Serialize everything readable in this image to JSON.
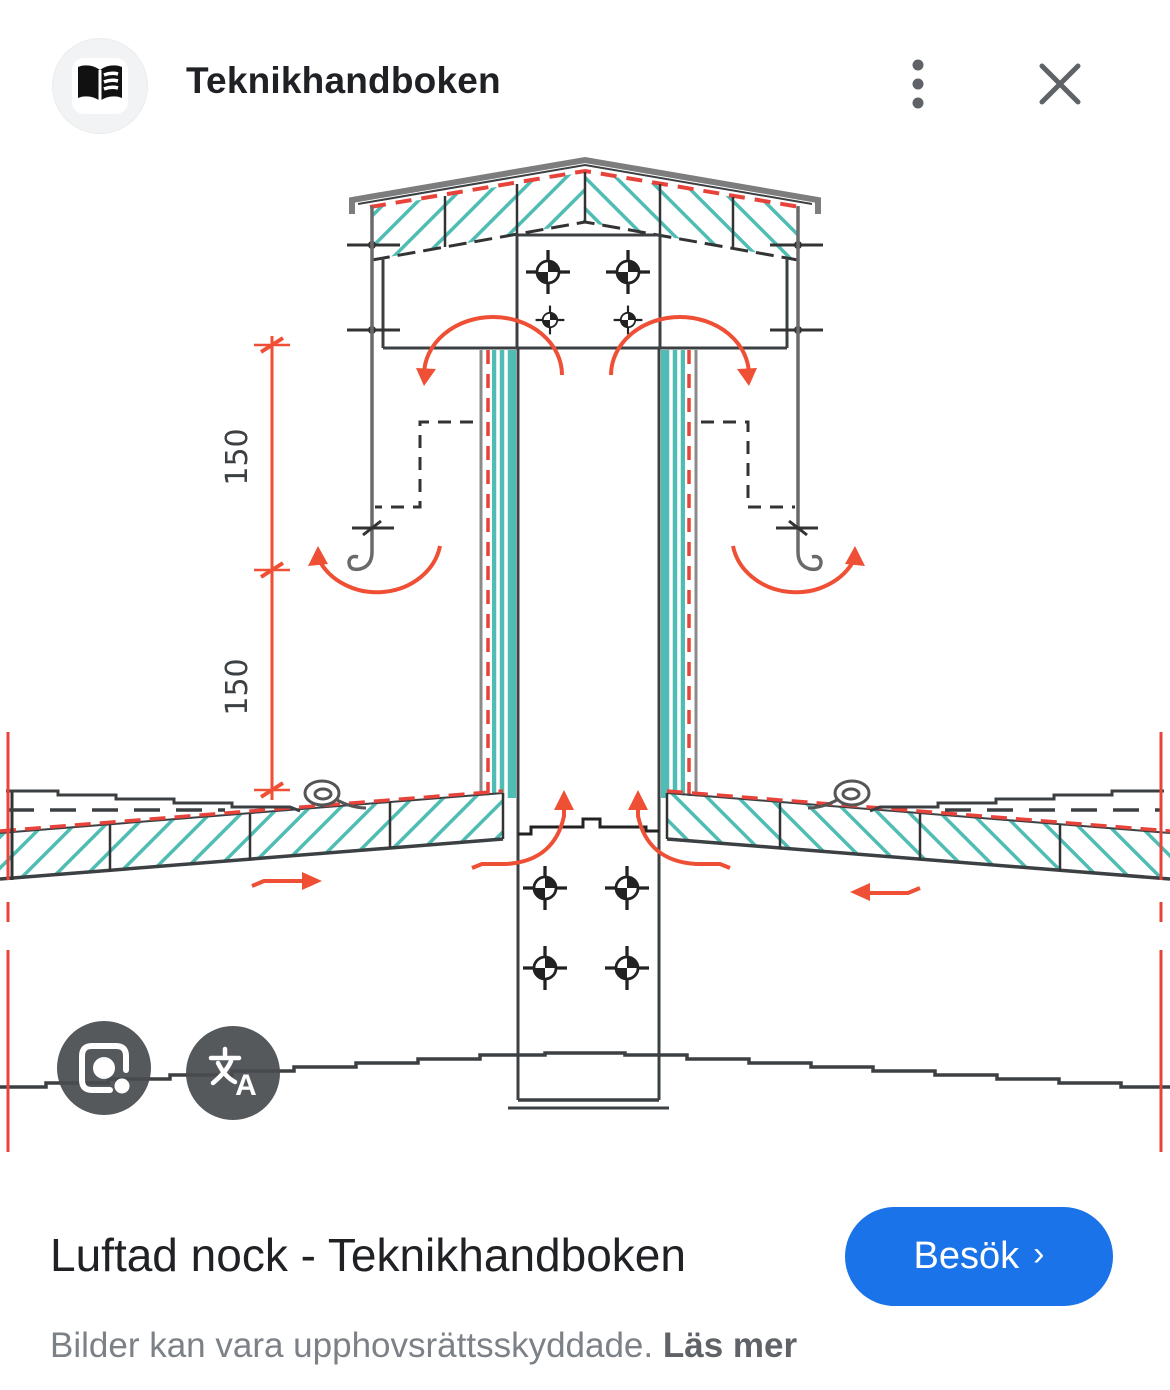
{
  "header": {
    "source_title": "Teknikhandboken",
    "icons": {
      "favicon": "open-book",
      "menu": "kebab-menu",
      "close": "close-x"
    }
  },
  "overlay_buttons": {
    "lens_icon": "google-lens-camera",
    "translate_icon": "translate-character-A",
    "translate_letter": "A"
  },
  "diagram": {
    "type": "technical-roof-ridge-section",
    "dim_labels": [
      "150",
      "150"
    ],
    "colors": {
      "insulation_teal": "#4fbdb4",
      "airflow_red": "#ee4f35",
      "line_dark": "#3c4043",
      "metal_gray": "#7d7d7d"
    }
  },
  "footer": {
    "result_title": "Luftad nock - Teknikhandboken",
    "visit_label": "Besök",
    "visit_chevron": "›",
    "copyright_text": "Bilder kan vara upphovsrättsskyddade.",
    "read_more_label": "Läs mer",
    "visit_color": "#1a73e8"
  }
}
